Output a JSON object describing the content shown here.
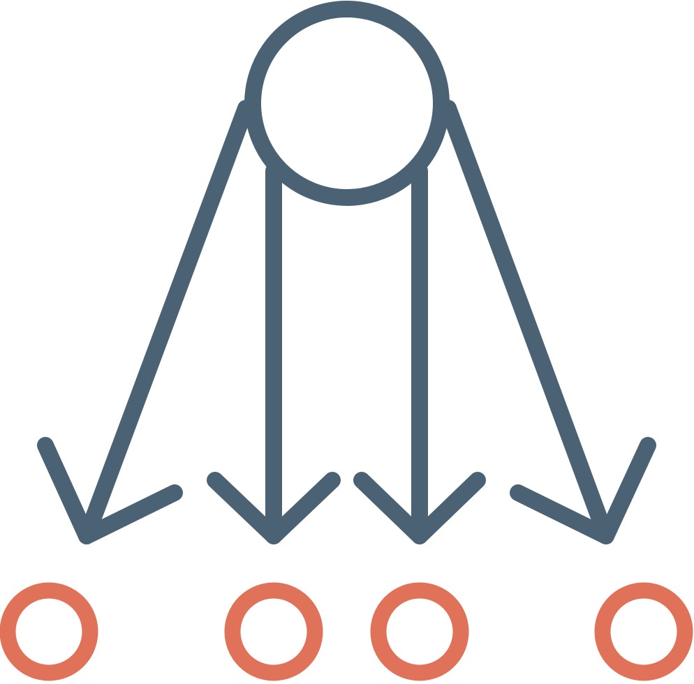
{
  "icon": {
    "name": "distribution-icon",
    "colors": {
      "primary": "#4b6275",
      "accent": "#e0725a",
      "background": "#ffffff"
    },
    "parts": {
      "source": "circle",
      "arrows": 4,
      "targets": 4
    }
  }
}
